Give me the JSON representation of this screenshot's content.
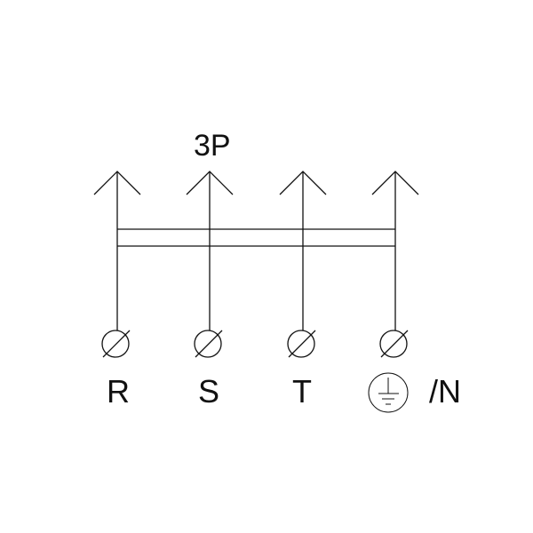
{
  "title": "3P",
  "terminals": [
    {
      "label": "R"
    },
    {
      "label": "S"
    },
    {
      "label": "T"
    },
    {
      "label": "/N",
      "earth_symbol": "earth-ground-icon"
    }
  ],
  "colors": {
    "line": "#111111",
    "background": "#ffffff"
  }
}
